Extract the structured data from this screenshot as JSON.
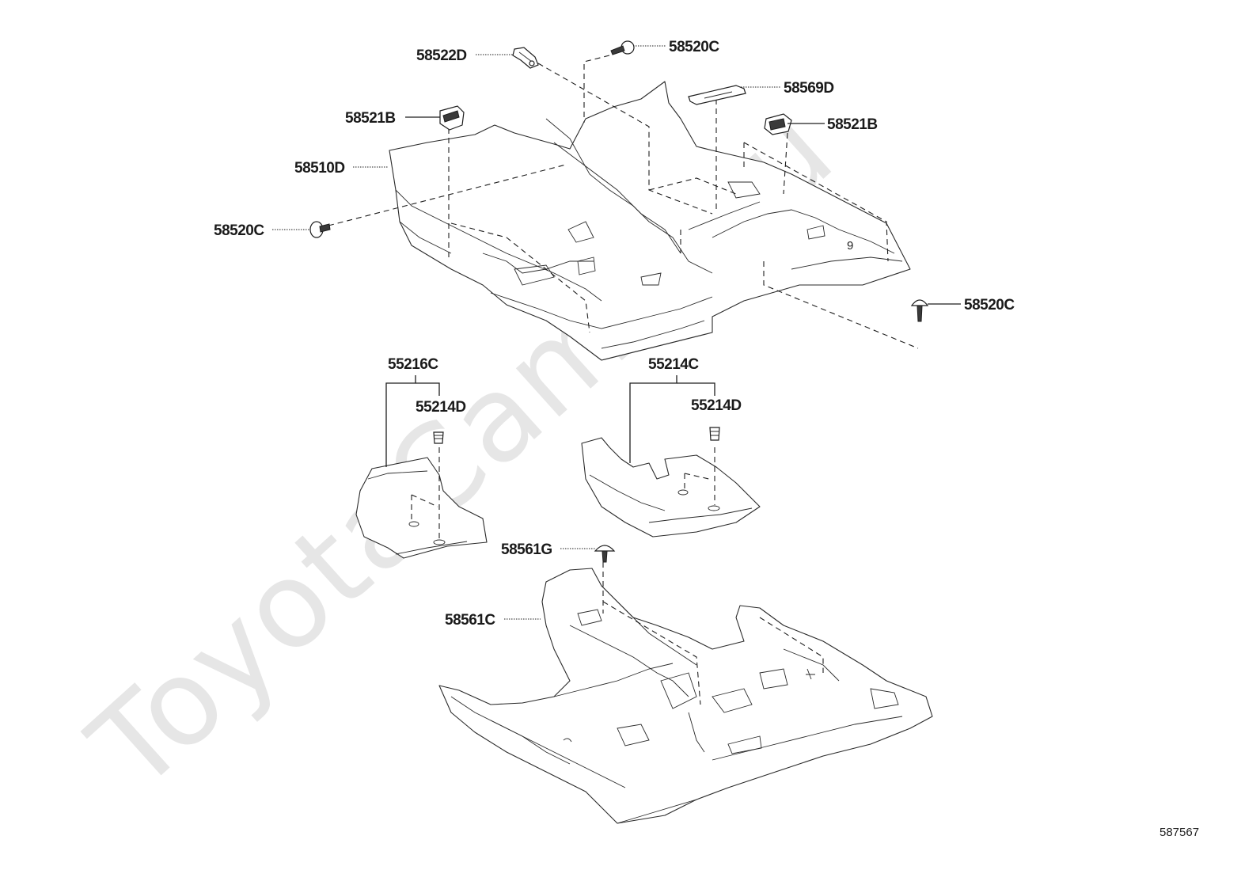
{
  "watermark": "ToyotaCamry.ru",
  "figure_number": "587567",
  "labels": {
    "p58522D": "58522D",
    "p58520C_top": "58520C",
    "p58569D": "58569D",
    "p58521B_left": "58521B",
    "p58521B_right": "58521B",
    "p58510D": "58510D",
    "p58520C_left": "58520C",
    "p58520C_right": "58520C",
    "p55216C": "55216C",
    "p55214D_left": "55214D",
    "p55214C": "55214C",
    "p55214D_right": "55214D",
    "p58561G": "58561G",
    "p58561C": "58561C"
  }
}
